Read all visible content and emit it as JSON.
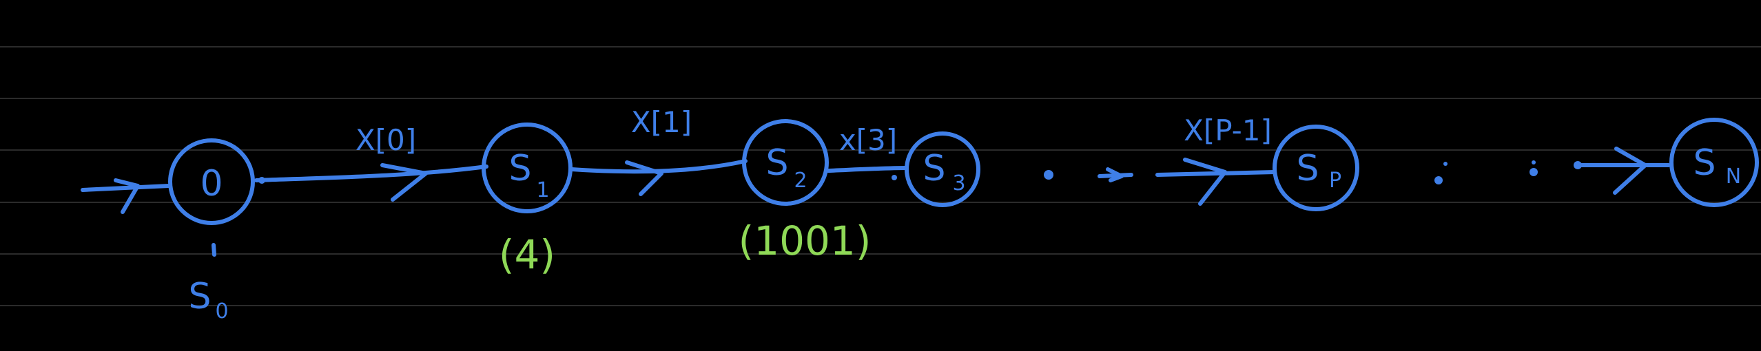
{
  "colors": {
    "background": "#000000",
    "rule_lines": "#2b2b2b",
    "ink_blue": "#3f7fe8",
    "annotation_green": "#8fd957"
  },
  "states": [
    {
      "id": "s0",
      "label": "0",
      "sub": ""
    },
    {
      "id": "s1",
      "label": "S",
      "sub": "1"
    },
    {
      "id": "s2",
      "label": "S",
      "sub": "2"
    },
    {
      "id": "s3",
      "label": "S",
      "sub": "3"
    },
    {
      "id": "sp",
      "label": "S",
      "sub": "P"
    },
    {
      "id": "sn",
      "label": "S",
      "sub": "N"
    }
  ],
  "edge_labels": {
    "e01": "X[0]",
    "e12": "X[1]",
    "e23": "x[3]",
    "ep": "X[P-1]"
  },
  "annotations": {
    "s0_equals": "S",
    "s0_equals_sub": "0",
    "s1_value": "(4)",
    "s2_value": "(1001)"
  }
}
